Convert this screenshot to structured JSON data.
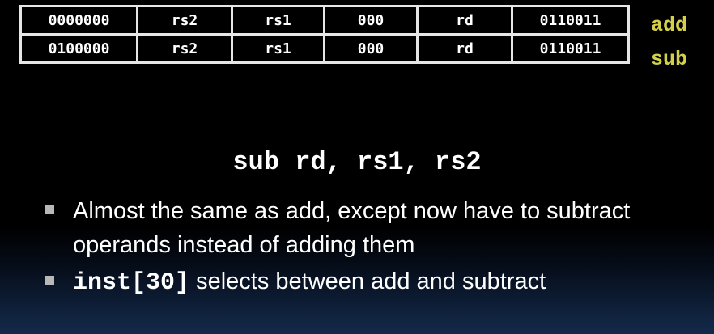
{
  "encoding_table": {
    "rows": [
      {
        "fields": [
          "0000000",
          "rs2",
          "rs1",
          "000",
          "rd",
          "0110011"
        ],
        "label": "add"
      },
      {
        "fields": [
          "0100000",
          "rs2",
          "rs1",
          "000",
          "rd",
          "0110011"
        ],
        "label": "sub"
      }
    ]
  },
  "instruction": "sub rd, rs1, rs2",
  "bullets": [
    {
      "text": "Almost the same as add, except now have to subtract operands instead of adding them"
    },
    {
      "code": "inst[30]",
      "text": " selects between add and subtract"
    }
  ],
  "colors": {
    "background": "#000000",
    "label_yellow": "#d4d04a",
    "bullet_marker": "#b8b8b8"
  }
}
